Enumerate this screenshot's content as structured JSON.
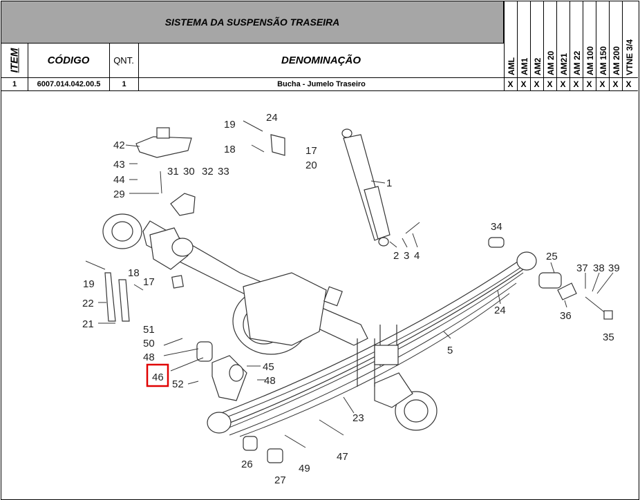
{
  "header": {
    "title": "SISTEMA DA SUSPENSÃO TRASEIRA",
    "col_item": "ITEM",
    "col_codigo": "CÓDIGO",
    "col_qnt": "QNT.",
    "col_denominacao": "DENOMINAÇÃO",
    "models": [
      "AML",
      "AM1",
      "AM2",
      "AM 20",
      "AM21",
      "AM 22",
      "AM 100",
      "AM 150",
      "AM 200",
      "VTNE 3/4"
    ]
  },
  "row": {
    "item": "1",
    "codigo": "6007.014.042.00.5",
    "qnt": "1",
    "denominacao": "Bucha - Jumelo Traseiro",
    "marks": [
      "X",
      "X",
      "X",
      "X",
      "X",
      "X",
      "X",
      "X",
      "X",
      "X"
    ]
  },
  "diagram": {
    "highlight_color": "#e00000",
    "callouts": {
      "c1": "1",
      "c2": "2",
      "c3": "3",
      "c4": "4",
      "c5": "5",
      "c17a": "17",
      "c17b": "17",
      "c18a": "18",
      "c18b": "18",
      "c19a": "19",
      "c19b": "19",
      "c20": "20",
      "c21": "21",
      "c22": "22",
      "c23": "23",
      "c24a": "24",
      "c24b": "24",
      "c25": "25",
      "c26": "26",
      "c27": "27",
      "c29": "29",
      "c30": "30",
      "c31": "31",
      "c32": "32",
      "c33": "33",
      "c34": "34",
      "c35": "35",
      "c36": "36",
      "c37": "37",
      "c38": "38",
      "c39": "39",
      "c42": "42",
      "c43": "43",
      "c44": "44",
      "c45": "45",
      "c46": "46",
      "c47": "47",
      "c48a": "48",
      "c48b": "48",
      "c49": "49",
      "c50": "50",
      "c51": "51",
      "c52": "52"
    }
  }
}
